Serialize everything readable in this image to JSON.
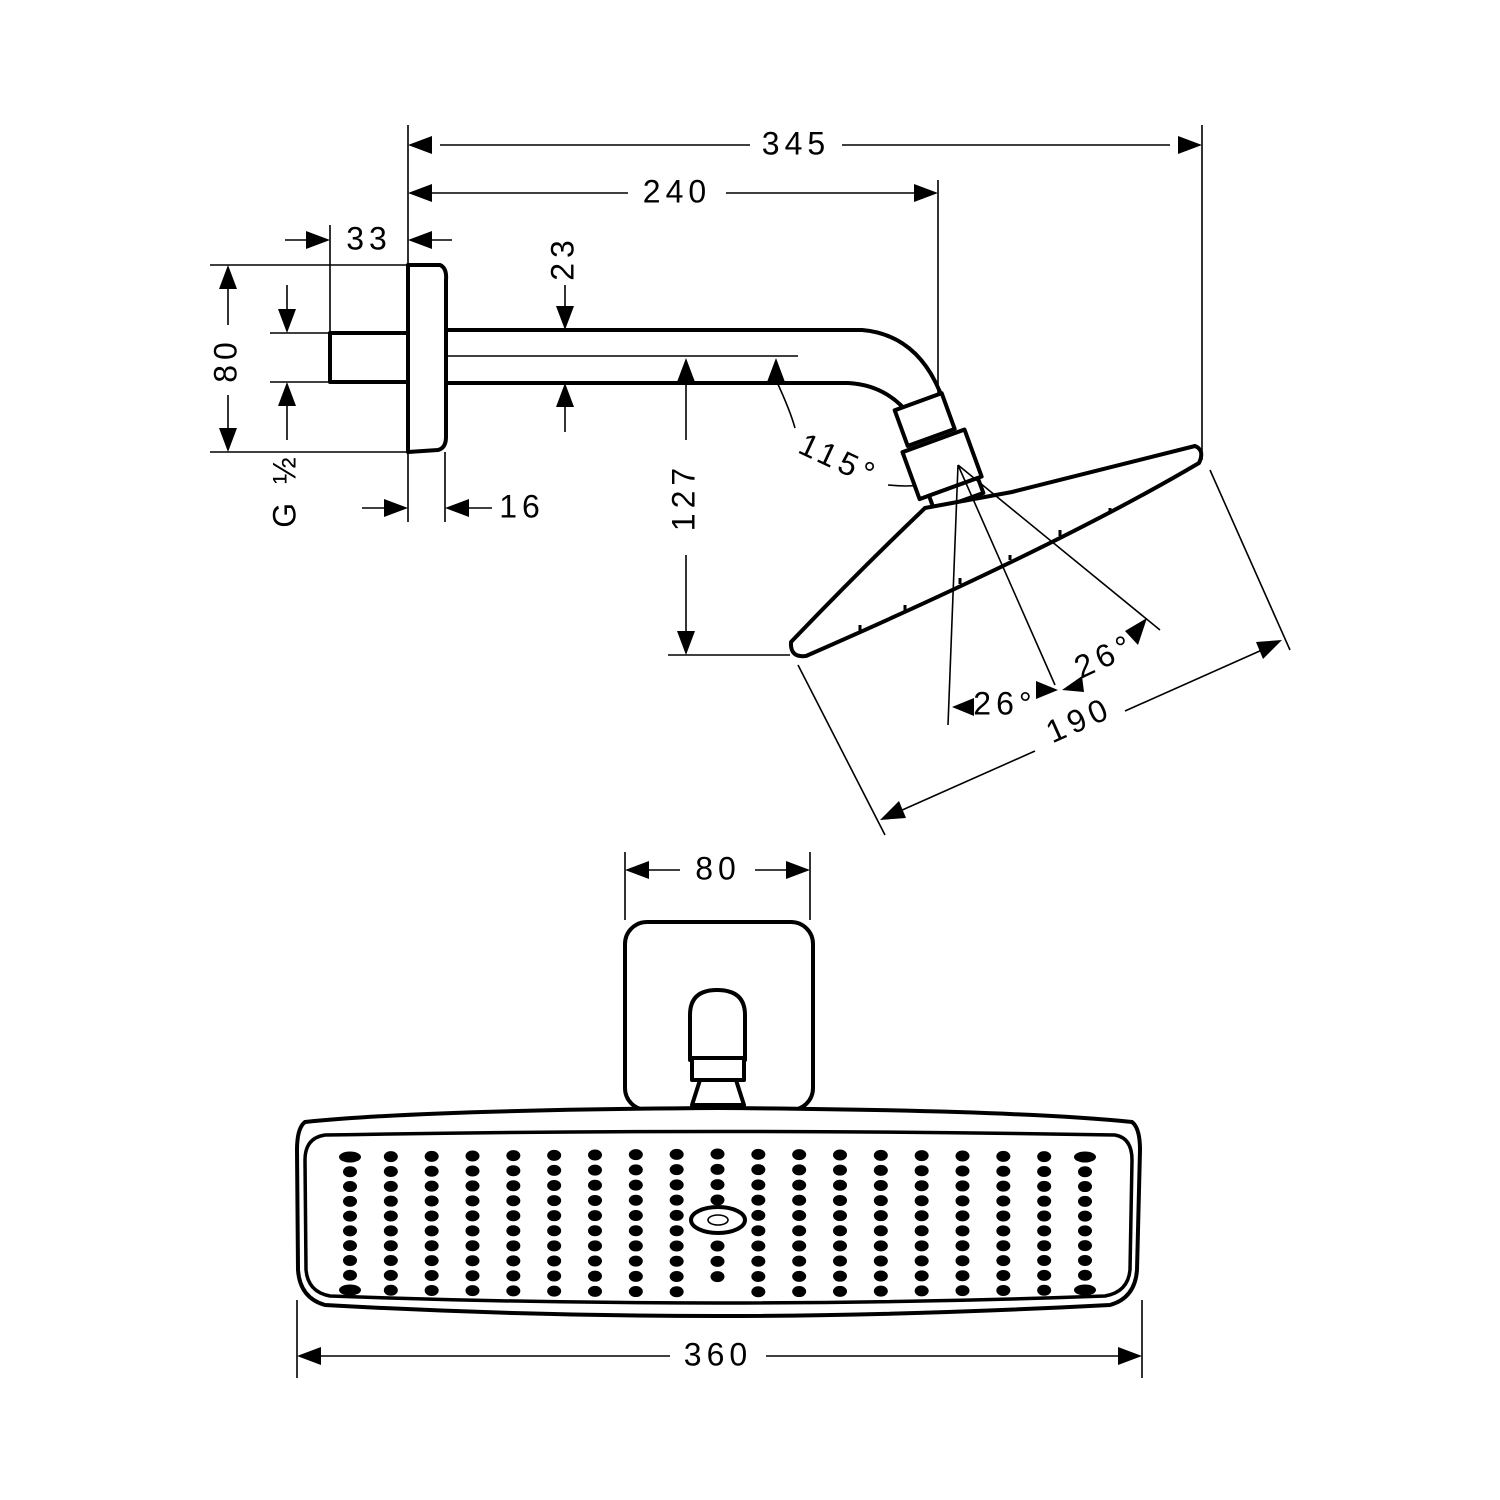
{
  "drawing": {
    "side_view": {
      "overall_length": "345",
      "arm_length": "240",
      "connector_length": "33",
      "arm_height": "23",
      "wall_plate_height": "80",
      "thread": "G ½",
      "wall_plate_depth": "16",
      "drop_height": "127",
      "arm_angle": "115°",
      "tilt_angle_left": "26°",
      "tilt_angle_right": "26°",
      "head_depth": "190"
    },
    "front_view": {
      "wall_plate_width": "80",
      "head_width": "360",
      "nozzle_columns": 19,
      "nozzle_rows": 9
    }
  }
}
